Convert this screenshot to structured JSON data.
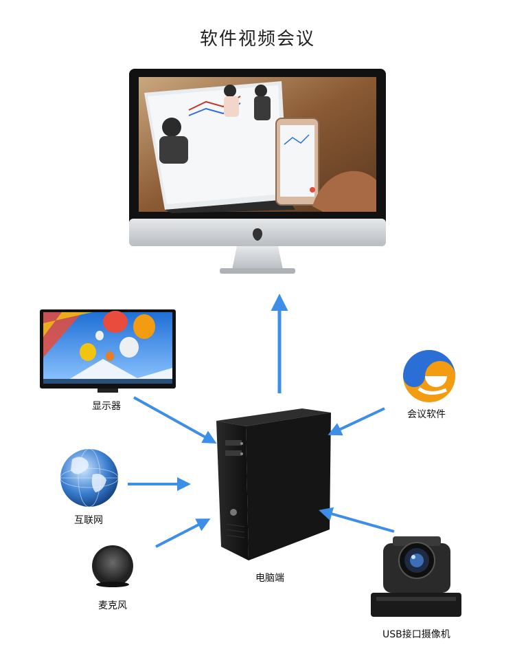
{
  "title": "软件视频会议",
  "nodes": {
    "display": {
      "label": "显示器"
    },
    "internet": {
      "label": "互联网"
    },
    "microphone": {
      "label": "麦克风"
    },
    "pc": {
      "label": "电脑端"
    },
    "software": {
      "label": "会议软件"
    },
    "camera": {
      "label": "USB接口摄像机"
    }
  },
  "colors": {
    "arrow": "#3d8ee6",
    "monitor_bezel": "#111111",
    "monitor_body": "#cfd2d6",
    "pc_case": "#1b1b1b"
  }
}
